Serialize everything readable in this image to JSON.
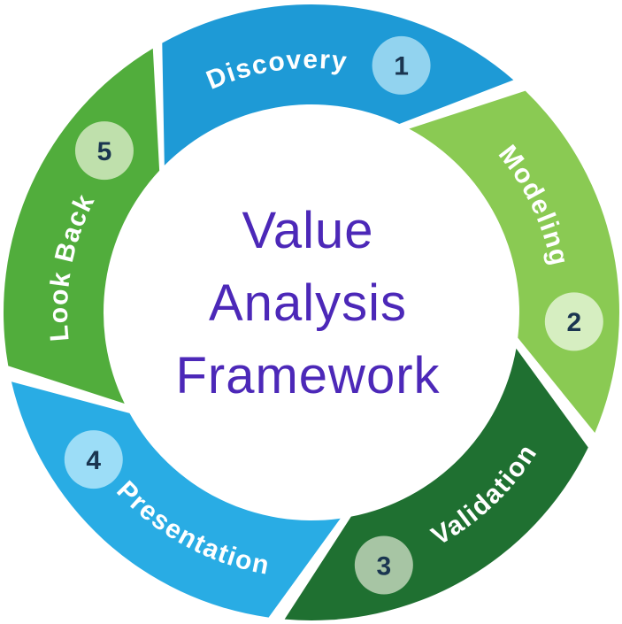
{
  "title": {
    "lines": [
      "Value",
      "Analysis",
      "Framework"
    ],
    "color": "#4C28B8"
  },
  "segments": [
    {
      "label": "Discovery",
      "number": "1",
      "color": "#1E9AD6",
      "badge_color": "#92D3EF"
    },
    {
      "label": "Modeling",
      "number": "2",
      "color": "#8ACA53",
      "badge_color": "#D6EEC1"
    },
    {
      "label": "Validation",
      "number": "3",
      "color": "#1F7031",
      "badge_color": "#A7C5A4"
    },
    {
      "label": "Presentation",
      "number": "4",
      "color": "#29ACE4",
      "badge_color": "#9CDDF7"
    },
    {
      "label": "Look Back",
      "number": "5",
      "color": "#51AD3C",
      "badge_color": "#BFE0AC"
    }
  ],
  "styles": {
    "label_color": "#FFFFFF",
    "badge_number_color": "#1A3550",
    "background": "#FFFFFF"
  }
}
